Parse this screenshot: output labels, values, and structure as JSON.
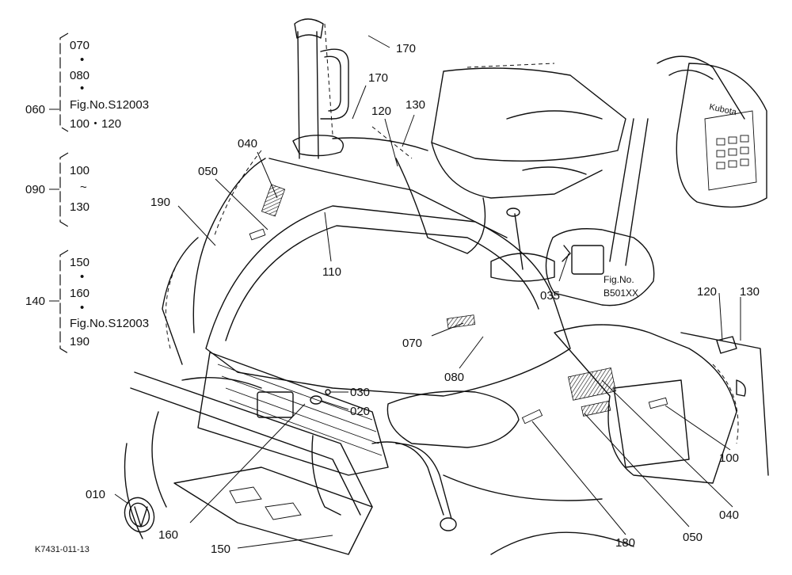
{
  "callouts": {
    "c010": "010",
    "c020": "020",
    "c030": "030",
    "c035": "035",
    "c040_top": "040",
    "c040_right": "040",
    "c050_top": "050",
    "c050_bottom": "050",
    "c070": "070",
    "c080": "080",
    "c100": "100",
    "c110": "110",
    "c120_top": "120",
    "c120_right": "120",
    "c130_top": "130",
    "c130_right": "130",
    "c150": "150",
    "c160": "160",
    "c170_top": "170",
    "c170_mid": "170",
    "c180": "180",
    "c190": "190"
  },
  "fig_ref": {
    "line1": "Fig.No.",
    "line2": "B501XX"
  },
  "legend": {
    "g060": {
      "parent": "060",
      "items": [
        "070",
        "•",
        "080",
        "•",
        "Fig.No.S12003",
        "100・120"
      ]
    },
    "g090": {
      "parent": "090",
      "items": [
        "100",
        "~",
        "130"
      ]
    },
    "g140": {
      "parent": "140",
      "items": [
        "150",
        "•",
        "160",
        "•",
        "Fig.No.S12003",
        "190"
      ]
    }
  },
  "logo_text": "Kubota",
  "drawing_id": "K7431-011-13"
}
